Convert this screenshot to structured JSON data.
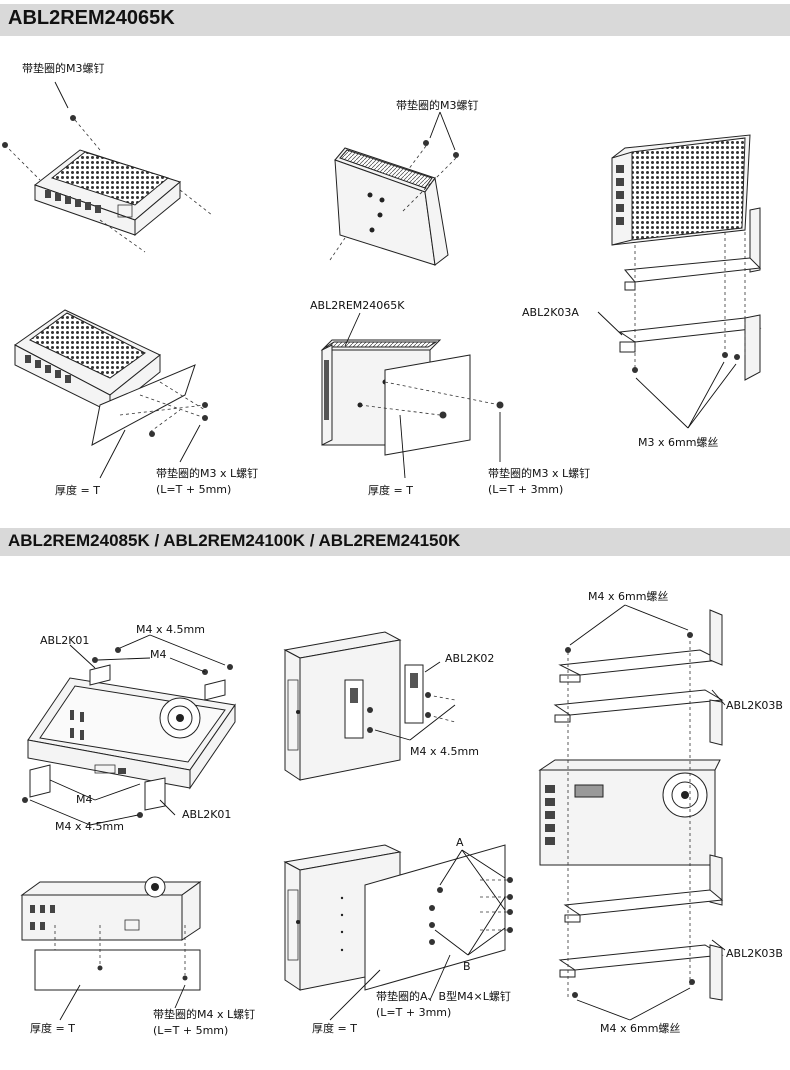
{
  "sections": [
    {
      "title": "ABL2REM24065K",
      "labels": {
        "m3_washer_screw_1": "带垫圈的M3螺钉",
        "m3_washer_screw_2": "带垫圈的M3螺钉",
        "model_label": "ABL2REM24065K",
        "bracket_a": "ABL2K03A",
        "m3_6mm_screw": "M3 x 6mm螺丝",
        "thickness_left": "厚度 = T",
        "m3_l_screw_left_1": "带垫圈的M3 x L螺钉",
        "m3_l_screw_left_2": "(L=T + 5mm)",
        "thickness_mid": "厚度 = T",
        "m3_l_screw_mid_1": "带垫圈的M3 x L螺钉",
        "m3_l_screw_mid_2": "(L=T + 3mm)"
      }
    },
    {
      "title": "ABL2REM24085K / ABL2REM24100K / ABL2REM24150K",
      "labels": {
        "m4_45_top": "M4 x 4.5mm",
        "abl2k01_top": "ABL2K01",
        "m4_top": "M4",
        "m4_bottom": "M4",
        "abl2k01_bottom": "ABL2K01",
        "m4_45_bottom": "M4 x 4.5mm",
        "abl2k02": "ABL2K02",
        "m4_45_mid": "M4 x 4.5mm",
        "m4_6mm_top": "M4 x 6mm螺丝",
        "abl2k03b_top": "ABL2K03B",
        "abl2k03b_bottom": "ABL2K03B",
        "m4_6mm_bottom": "M4 x 6mm螺丝",
        "label_a": "A",
        "label_b": "B",
        "thickness_left2": "厚度 = T",
        "m4_l_screw_1": "带垫圈的M4 x L螺钉",
        "m4_l_screw_2": "(L=T + 5mm)",
        "thickness_mid2": "厚度 = T",
        "ab_screw_1": "带垫圈的A、B型M4×L螺钉",
        "ab_screw_2": "(L=T + 3mm)"
      }
    }
  ]
}
